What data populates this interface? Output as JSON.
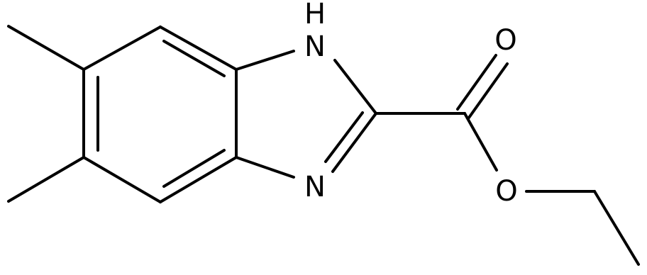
{
  "molecule": {
    "atoms": {
      "nh_h": "H",
      "nh_n": "N",
      "n3": "N",
      "carbonyl_o": "O",
      "ester_o": "O"
    }
  },
  "colors": {
    "bond": "#000000",
    "background": "#ffffff"
  }
}
